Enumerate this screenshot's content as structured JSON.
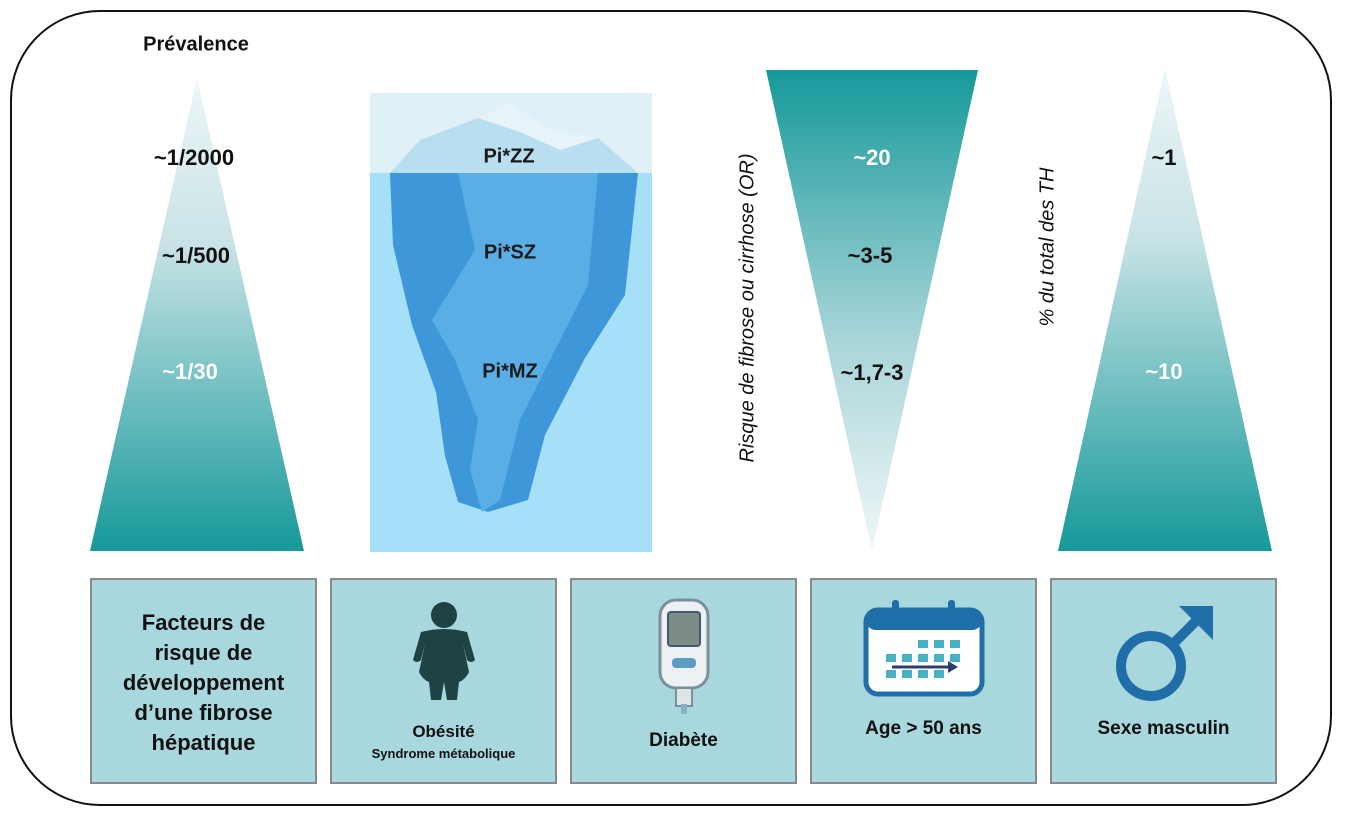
{
  "prevalence": {
    "title": "Prévalence",
    "levels": [
      "~1/2000",
      "~1/500",
      "~1/30"
    ]
  },
  "iceberg": {
    "levels": [
      "Pi*ZZ",
      "Pi*SZ",
      "Pi*MZ"
    ]
  },
  "risk": {
    "axis_label": "Risque de fibrose ou cirrhose (OR)",
    "levels": [
      "~20",
      "~3-5",
      "~1,7-3"
    ]
  },
  "transplant": {
    "axis_label": "% du total des TH",
    "levels": [
      "~1",
      "~10"
    ]
  },
  "factors": {
    "main": "Facteurs de risque de développement d’une fibrose hépatique",
    "obesity_title": "Obésité",
    "obesity_sub": "Syndrome métabolique",
    "diabetes": "Diabète",
    "age": "Age > 50 ans",
    "sex": "Sexe masculin"
  },
  "icons": [
    "person-obese-icon",
    "glucometer-icon",
    "calendar-icon",
    "male-symbol-icon"
  ],
  "colors": {
    "teal": "#16999a",
    "teal_light": "#e8f3f5",
    "box_bg": "#a8d7dd",
    "iceberg_dark": "#3d97d8",
    "iceberg_mid": "#5aaee6",
    "water": "#a6e0f8",
    "sky": "#dff1f6",
    "icon_dark": "#1f4345",
    "icon_blue": "#1f6ea8"
  }
}
